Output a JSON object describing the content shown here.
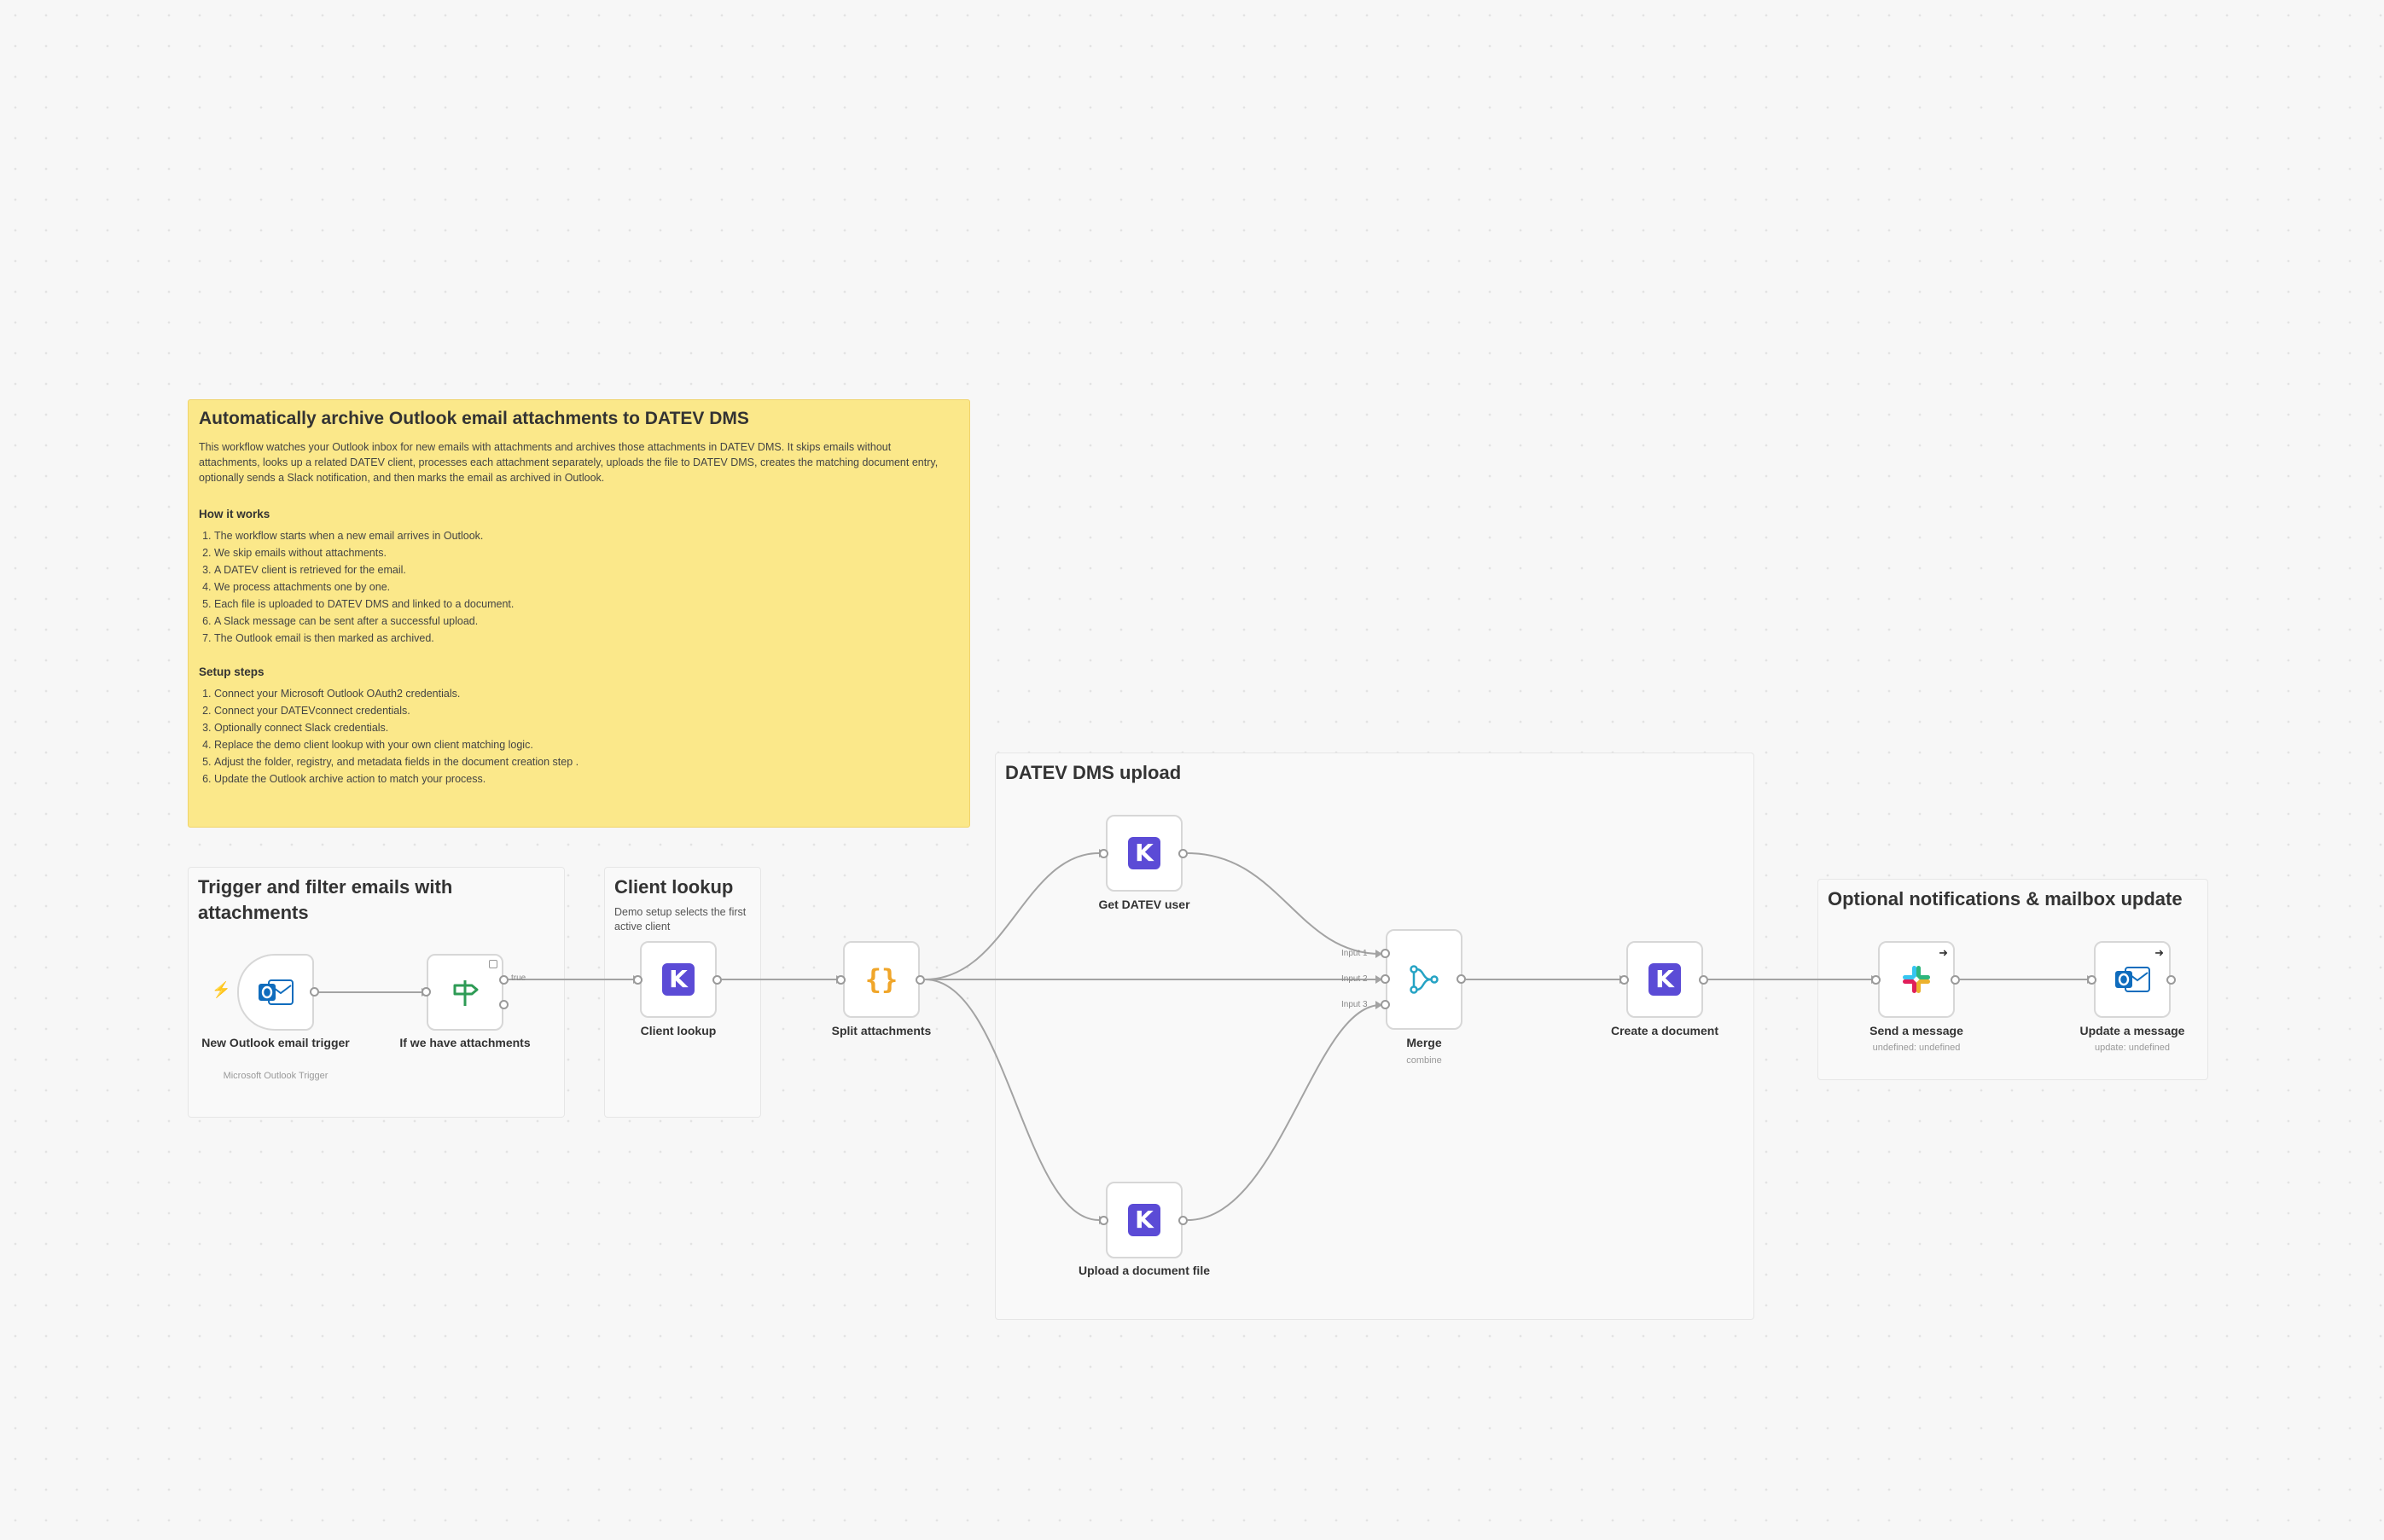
{
  "overview_note": {
    "title": "Automatically archive Outlook email attachments to DATEV DMS",
    "description": "This workflow watches your Outlook inbox for new emails with attachments and archives those attachments in DATEV DMS. It skips emails without attachments, looks up a related DATEV client, processes each attachment separately, uploads the file to DATEV DMS, creates the matching document entry, optionally sends a Slack notification, and then marks the email as archived in Outlook.",
    "how_heading": "How it works",
    "how_steps": [
      "The workflow starts when a new email arrives in Outlook.",
      "We skip emails without attachments.",
      "A DATEV client is retrieved for the email.",
      "We process attachments one by one.",
      "Each file is uploaded to DATEV DMS and linked to a document.",
      "A Slack message can be sent after a successful upload.",
      "The Outlook email is then marked as archived."
    ],
    "setup_heading": "Setup steps",
    "setup_steps": [
      "Connect your Microsoft Outlook OAuth2 credentials.",
      "Connect your DATEVconnect credentials.",
      "Optionally connect Slack credentials.",
      "Replace the demo client lookup with your own client matching logic.",
      "Adjust the folder, registry, and metadata fields in the document creation step .",
      "Update the Outlook archive action to match your process."
    ]
  },
  "groups": {
    "trigger": {
      "title": "Trigger and filter emails with attachments"
    },
    "client": {
      "title": "Client lookup",
      "body": "Demo setup selects the first active client"
    },
    "datev": {
      "title": "DATEV DMS upload"
    },
    "notify": {
      "title": "Optional notifications & mailbox update"
    }
  },
  "nodes": {
    "outlook_trigger": {
      "label": "New Outlook email trigger",
      "subtitle": "Microsoft Outlook Trigger",
      "icon": "outlook-icon"
    },
    "if_attachments": {
      "label": "If we have attachments",
      "true_label": "true",
      "icon": "signpost-icon"
    },
    "client_lookup": {
      "label": "Client lookup",
      "icon": "datev-k-icon",
      "glyph": "K"
    },
    "split": {
      "label": "Split attachments",
      "icon": "code-braces-icon",
      "glyph": "{}"
    },
    "get_user": {
      "label": "Get DATEV user",
      "icon": "datev-k-icon",
      "glyph": "K"
    },
    "upload_file": {
      "label": "Upload a document file",
      "icon": "datev-k-icon",
      "glyph": "K"
    },
    "merge": {
      "label": "Merge",
      "subtitle": "combine",
      "icon": "merge-icon",
      "inputs": [
        "Input 1",
        "Input 2",
        "Input 3"
      ]
    },
    "create_doc": {
      "label": "Create a document",
      "icon": "datev-k-icon",
      "glyph": "K"
    },
    "slack": {
      "label": "Send a message",
      "subtitle": "undefined: undefined",
      "icon": "slack-icon"
    },
    "update_msg": {
      "label": "Update a message",
      "subtitle": "update: undefined",
      "icon": "outlook-icon"
    }
  },
  "colors": {
    "sticky_yellow": "#fbe88a",
    "datev_purple": "#5b4bd6",
    "outlook_blue": "#0f6cbd",
    "if_green": "#2e9b55",
    "code_orange": "#f0a62a",
    "merge_teal": "#25a3c4",
    "edge_gray": "#9a9a9a"
  }
}
